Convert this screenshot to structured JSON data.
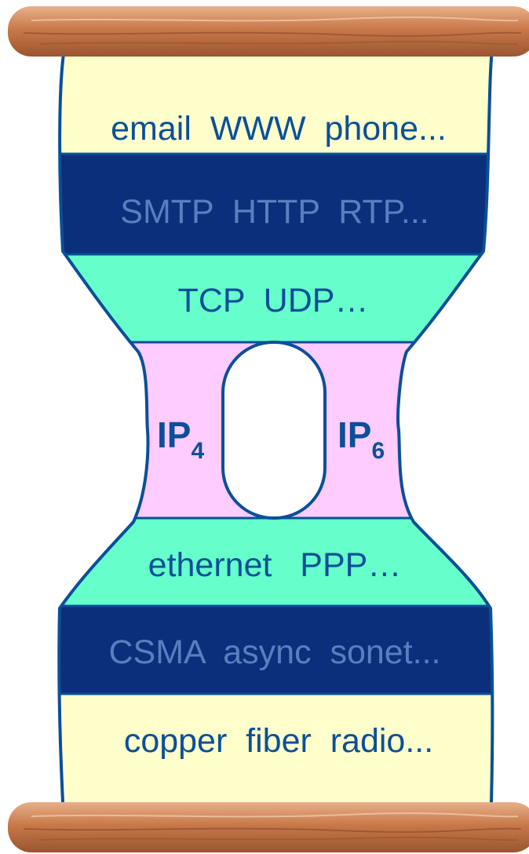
{
  "layers": {
    "applications": "email  WWW  phone...",
    "app_protocols": "SMTP  HTTP  RTP...",
    "transport": "TCP  UDP…",
    "ip4": {
      "base": "IP",
      "sub": "4"
    },
    "ip6": {
      "base": "IP",
      "sub": "6"
    },
    "link": "ethernet   PPP…",
    "mac": "CSMA  async  sonet...",
    "physical": "copper  fiber  radio..."
  },
  "colors": {
    "cream": "#ffffcc",
    "navy": "#0b2f7a",
    "aqua": "#66ffcc",
    "pink": "#ffccff",
    "outline": "#0b4f98",
    "text": "#0b4f98",
    "text_on_navy": "#5a7fbf",
    "wood": "#c8794a"
  }
}
